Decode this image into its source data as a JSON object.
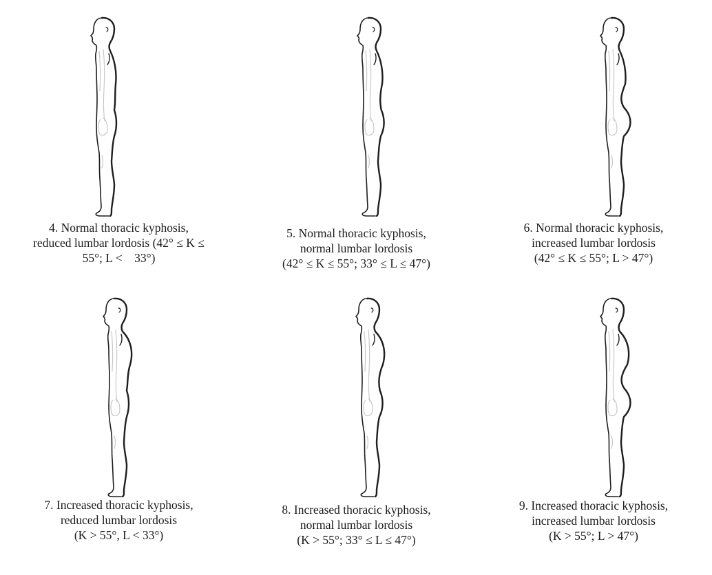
{
  "panels": [
    {
      "id": "4",
      "lines": [
        "4. Normal thoracic kyphosis,",
        "reduced lumbar lordosis (42° ≤ K ≤",
        "55°; L <    33°)"
      ]
    },
    {
      "id": "5",
      "lines": [
        "5. Normal thoracic kyphosis,",
        "normal lumbar lordosis",
        "(42° ≤ K ≤ 55°; 33° ≤ L ≤ 47°)"
      ]
    },
    {
      "id": "6",
      "lines": [
        "6. Normal thoracic kyphosis,",
        "increased lumbar lordosis",
        "(42° ≤ K ≤ 55°; L > 47°)"
      ]
    },
    {
      "id": "7",
      "lines": [
        "7. Increased thoracic kyphosis,",
        "reduced lumbar lordosis",
        "(K > 55°, L < 33°)"
      ]
    },
    {
      "id": "8",
      "lines": [
        "8. Increased thoracic kyphosis,",
        "normal lumbar lordosis",
        "(K > 55°; 33° ≤ L ≤ 47°)"
      ]
    },
    {
      "id": "9",
      "lines": [
        "9. Increased thoracic kyphosis,",
        "increased lumbar lordosis",
        "(K > 55°; L > 47°)"
      ]
    }
  ]
}
